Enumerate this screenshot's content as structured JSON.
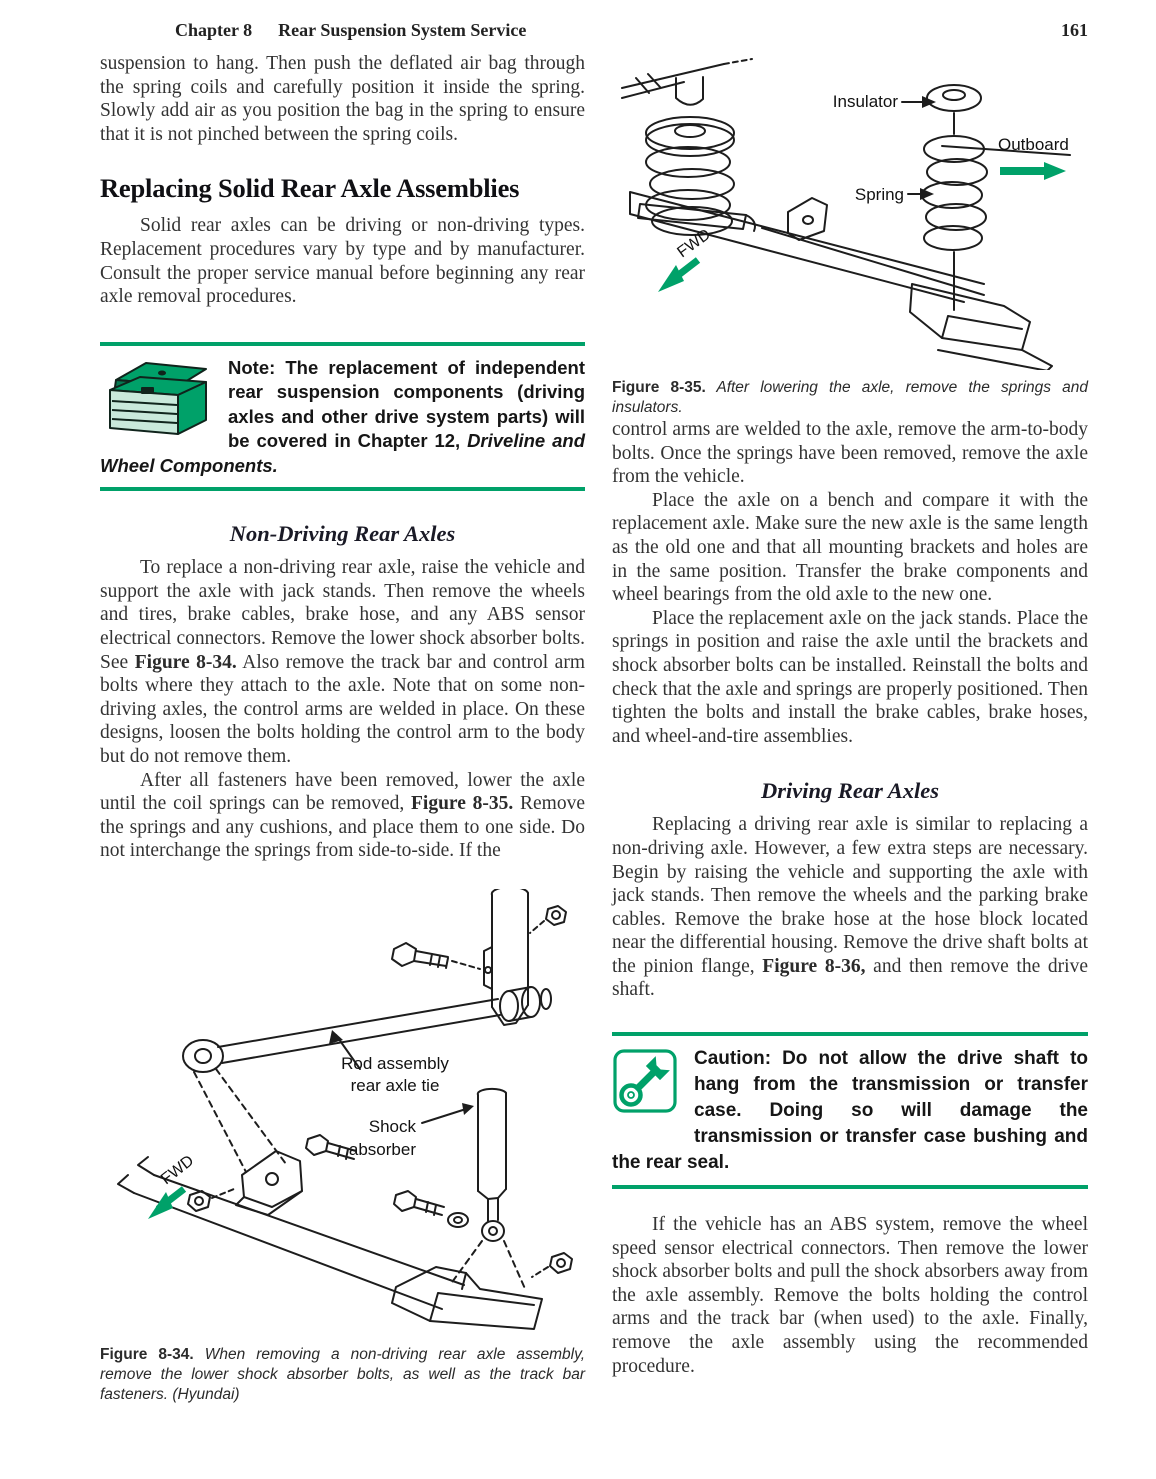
{
  "accent": {
    "green": "#00A169",
    "mint": "#C9E9DB"
  },
  "header": {
    "chapter": "Chapter 8",
    "title": "Rear Suspension System Service",
    "page_number": "161"
  },
  "left_column": {
    "para_airbag": "suspension to hang. Then push the deflated air bag through the spring coils and carefully position it inside the spring. Slowly add air as you position the bag in the spring to ensure that it is not pinched between the spring coils.",
    "heading_replacing": "Replacing Solid Rear Axle Assemblies",
    "para_solid": "Solid rear axles can be driving or non-driving types. Replacement procedures vary by type and by manufacturer. Consult the proper service manual before beginning any rear axle removal procedures.",
    "note": {
      "icon": "toolbox-icon",
      "text": "Note: The replacement of independent rear suspension components (driving axles and other drive system parts) will be covered in Chapter 12, ",
      "reference": "Driveline and Wheel Components."
    },
    "subhead_nondriving": "Non-Driving Rear Axles",
    "para_replace": {
      "pre": "To replace a non-driving rear axle, raise the vehicle and support the axle with jack stands. Then remove the wheels and tires, brake cables, brake hose, and any ABS sensor electrical connectors. Remove the lower shock absorber bolts. See ",
      "figref": "Figure 8-34.",
      "post": " Also remove the track bar and control arm bolts where they attach to the axle. Note that on some non-driving axles, the control arms are welded in place. On these designs, loosen the bolts holding the control arm to the body but do not remove them."
    },
    "para_fasteners": {
      "pre": "After all fasteners have been removed, lower the axle until the coil springs can be removed, ",
      "figref": "Figure 8-35.",
      "post": " Remove the springs and any cushions, and place them to one side. Do not interchange the springs from side-to-side. If the"
    },
    "figure_8_34": {
      "labels": {
        "rod_line1": "Rod assembly",
        "rod_line2": "rear axle tie",
        "shock_line1": "Shock",
        "shock_line2": "absorber",
        "fwd": "FWD"
      },
      "caption_label": "Figure 8-34.",
      "caption_text": " When removing a non-driving rear axle assembly, remove the lower shock absorber bolts, as well as the track bar fasteners. (Hyundai)"
    }
  },
  "right_column": {
    "figure_8_35": {
      "labels": {
        "insulator": "Insulator",
        "outboard": "Outboard",
        "spring": "Spring",
        "fwd": "FWD"
      },
      "caption_label": "Figure 8-35.",
      "caption_text": " After lowering the axle, remove the springs and insulators."
    },
    "para_control_arms": "control arms are welded to the axle, remove the arm-to-body bolts. Once the springs have been removed, remove the axle from the vehicle.",
    "para_bench": "Place the axle on a bench and compare it with the replacement axle. Make sure the new axle is the same length as the old one and that all mounting brackets and holes are in the same position. Transfer the brake components and wheel bearings from the old axle to the new one.",
    "para_jack_stands": "Place the replacement axle on the jack stands. Place the springs in position and raise the axle until the brackets and shock absorber bolts can be installed. Reinstall the bolts and check that the axle and springs are properly positioned. Then tighten the bolts and install the brake cables, brake hoses, and wheel-and-tire assemblies.",
    "subhead_driving": "Driving Rear Axles",
    "para_driving": {
      "pre": "Replacing a driving rear axle is similar to replacing a non-driving axle. However, a few extra steps are necessary. Begin by raising the vehicle and supporting the axle with jack stands. Then remove the wheels and the parking brake cables. Remove the brake hose at the hose block located near the differential housing. Remove the drive shaft bolts at the pinion flange, ",
      "figref": "Figure 8-36,",
      "post": " and then remove the drive shaft."
    },
    "caution": {
      "icon": "wrench-icon",
      "text": "Caution: Do not allow the drive shaft to hang from the transmission or transfer case. Doing so will damage the transmission or transfer case bushing and the rear seal."
    },
    "para_abs": "If the vehicle has an ABS system, remove the wheel speed sensor electrical connectors. Then remove the lower shock absorber bolts and pull the shock absorbers away from the axle assembly. Remove the bolts holding the control arms and the track bar (when used) to the axle. Finally, remove the axle assembly using the recommended procedure."
  }
}
